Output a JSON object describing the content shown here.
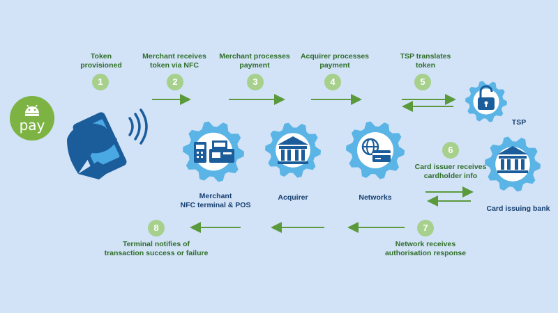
{
  "logo": {
    "text": "pay"
  },
  "steps": [
    {
      "num": "1",
      "line1": "Token",
      "line2": "provisioned"
    },
    {
      "num": "2",
      "line1": "Merchant receives",
      "line2": "token via NFC"
    },
    {
      "num": "3",
      "line1": "Merchant processes",
      "line2": "payment"
    },
    {
      "num": "4",
      "line1": "Acquirer processes",
      "line2": "payment"
    },
    {
      "num": "5",
      "line1": "TSP translates",
      "line2": "token"
    },
    {
      "num": "6",
      "line1": "Card issuer receives",
      "line2": "cardholder info"
    },
    {
      "num": "7",
      "line1": "Network receives",
      "line2": "authorisation response"
    },
    {
      "num": "8",
      "line1": "Terminal notifies of",
      "line2": "transaction success or failure"
    }
  ],
  "nodes": {
    "merchant": {
      "line1": "Merchant",
      "line2": "NFC terminal & POS"
    },
    "acquirer": "Acquirer",
    "networks": "Networks",
    "tsp": "TSP",
    "bank": "Card issuing bank"
  },
  "colors": {
    "background": "#d2e2f7",
    "gear": "#5ab4e5",
    "gear_inner": "#ffffff",
    "icon": "#1b5d9b",
    "arrow": "#5b9a3c",
    "badge": "#a7d08c",
    "step_text": "#2f6f2a",
    "node_text": "#16406f"
  }
}
